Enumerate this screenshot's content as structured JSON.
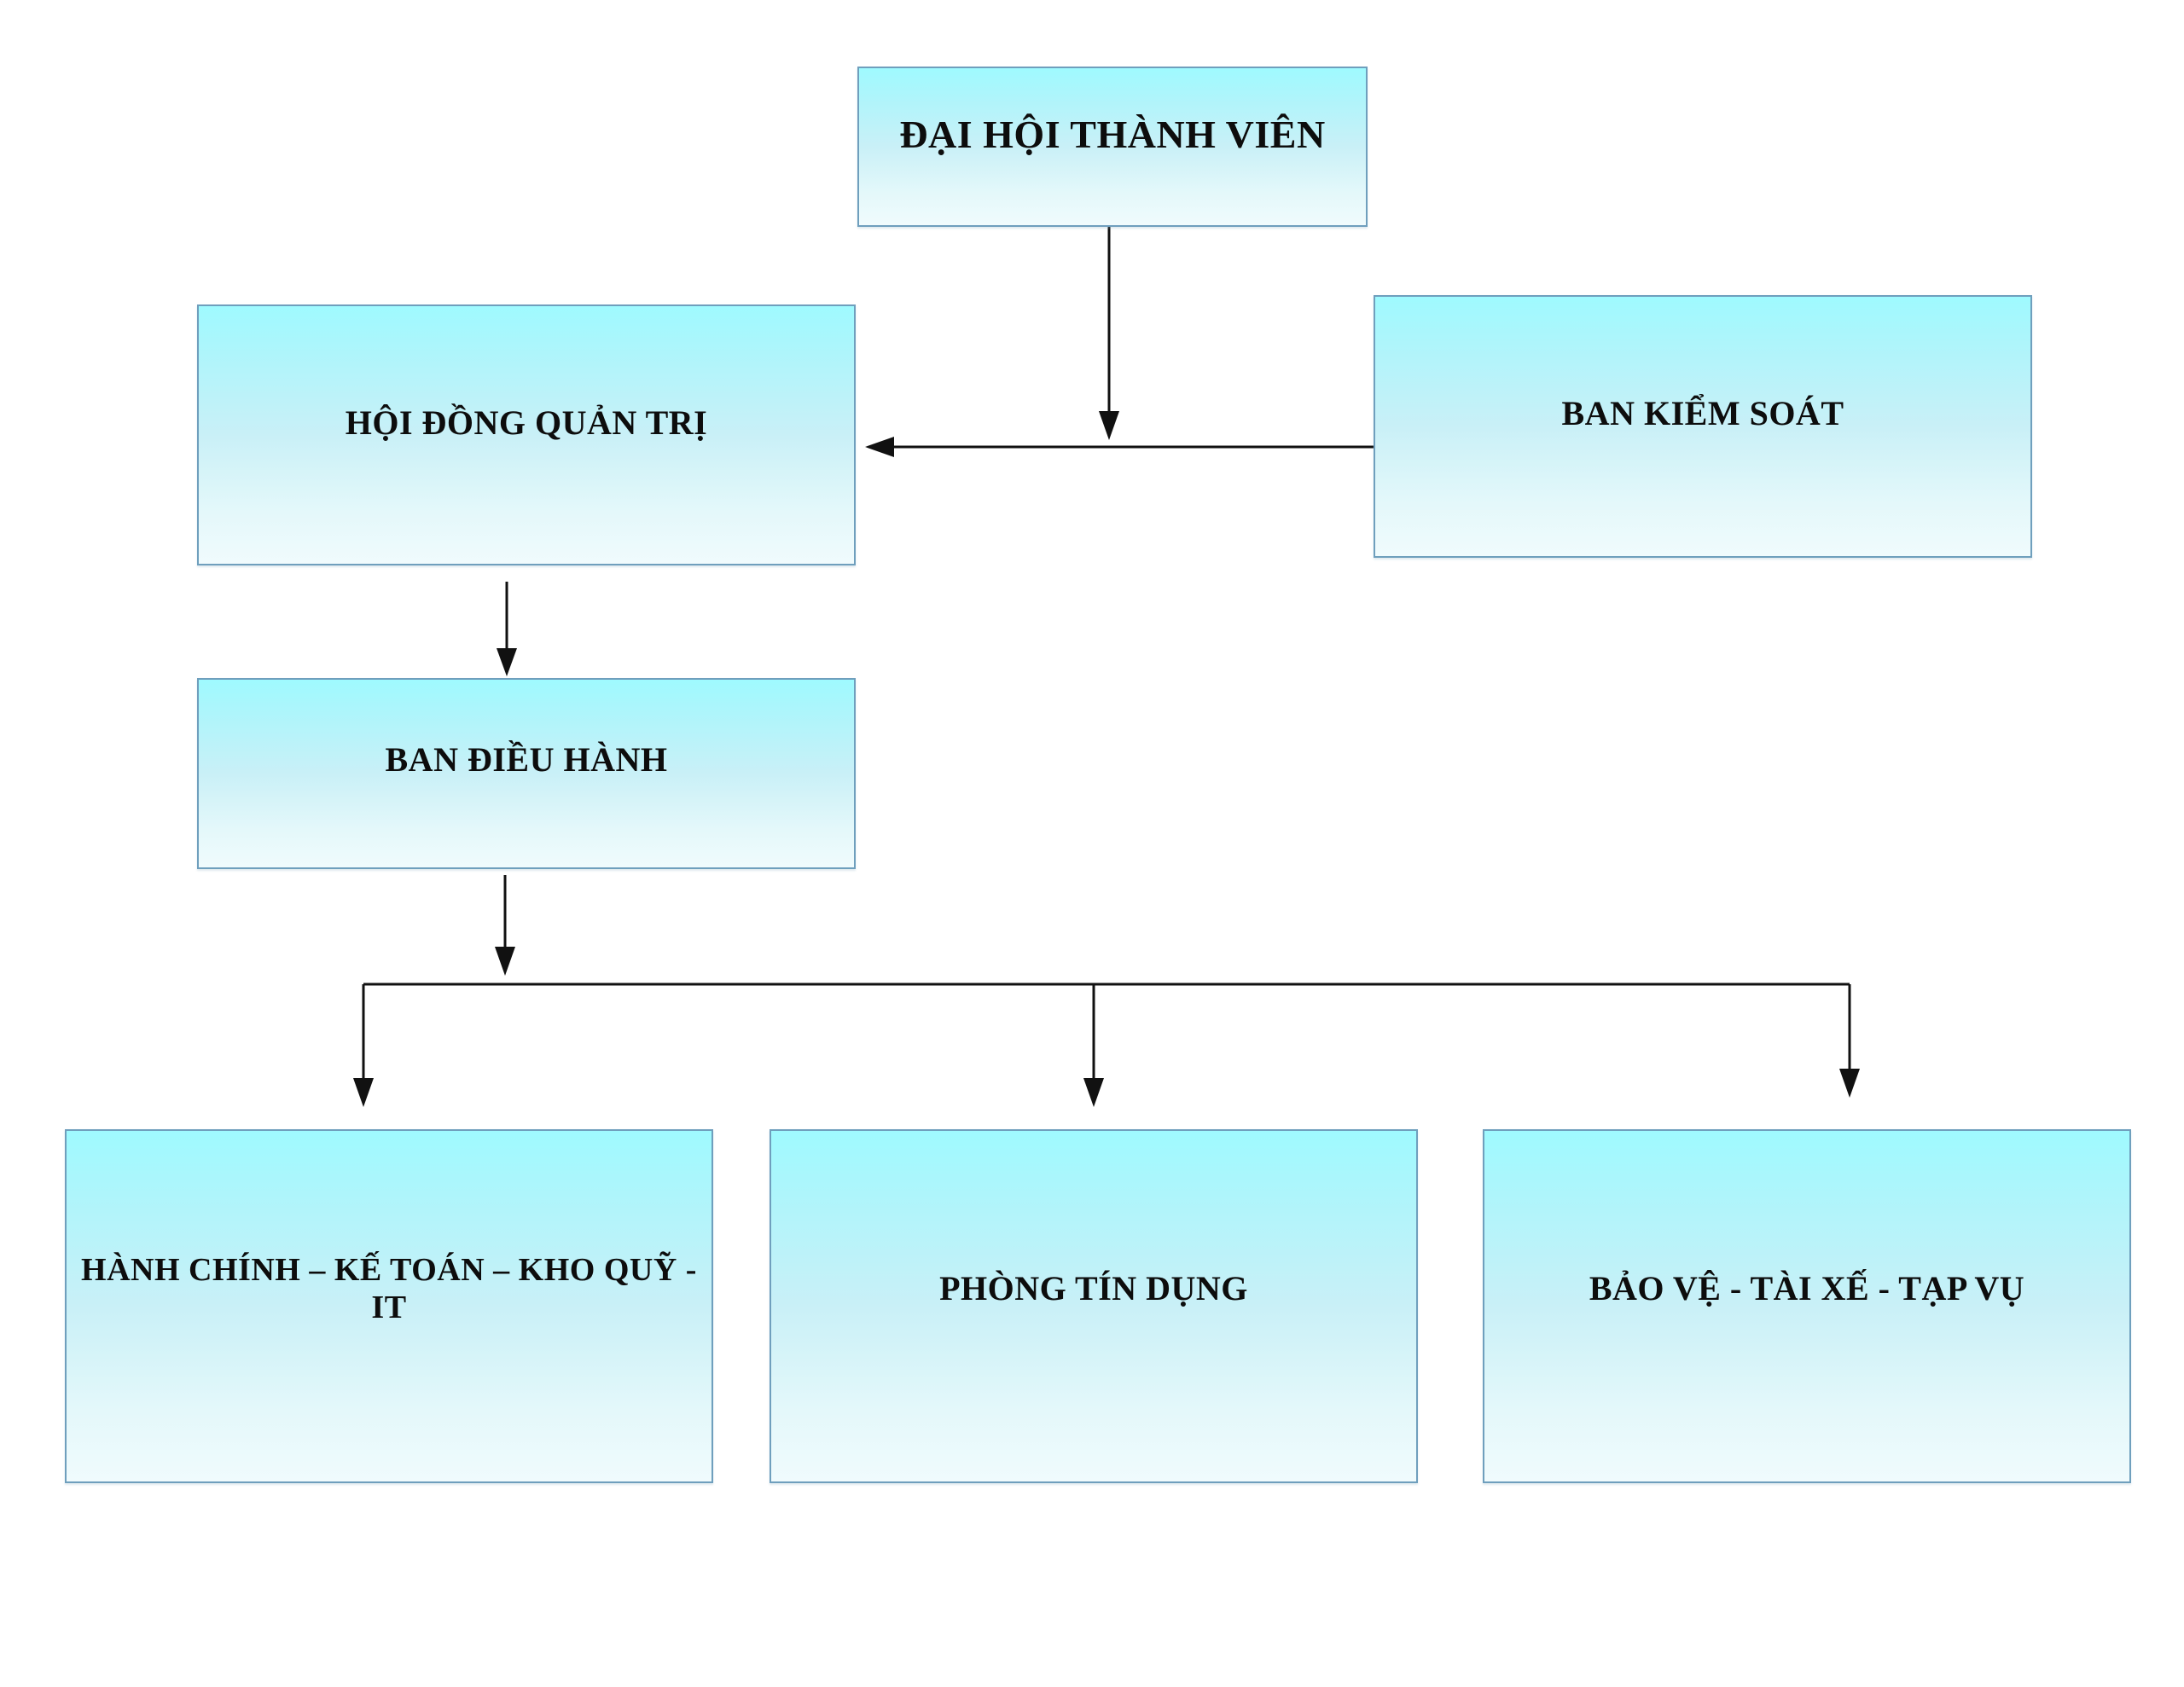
{
  "diagram": {
    "type": "org-chart",
    "nodes": {
      "dai_hoi": {
        "label": "ĐẠI HỘI THÀNH VIÊN"
      },
      "hoi_dong": {
        "label": "HỘI ĐỒNG QUẢN TRỊ"
      },
      "ban_kiem_soat": {
        "label": "BAN KIỂM SOÁT"
      },
      "ban_dieu_hanh": {
        "label": "BAN ĐIỀU HÀNH"
      },
      "hanh_chinh": {
        "label": "HÀNH CHÍNH – KẾ TOÁN – KHO QUỸ - IT"
      },
      "phong_tin_dung": {
        "label": "PHÒNG TÍN DỤNG"
      },
      "bao_ve": {
        "label": "BẢO VỆ - TÀI XẾ - TẠP VỤ"
      }
    },
    "edges": [
      {
        "from": "dai_hoi",
        "to": "hoi_dong",
        "arrow": "down"
      },
      {
        "from": "ban_kiem_soat",
        "to": "hoi_dong",
        "arrow": "left"
      },
      {
        "from": "hoi_dong",
        "to": "ban_dieu_hanh",
        "arrow": "down"
      },
      {
        "from": "ban_dieu_hanh",
        "to": "hanh_chinh",
        "arrow": "down"
      },
      {
        "from": "ban_dieu_hanh",
        "to": "phong_tin_dung",
        "arrow": "down"
      },
      {
        "from": "ban_dieu_hanh",
        "to": "bao_ve",
        "arrow": "down"
      }
    ],
    "colors": {
      "box_fill_top": "#9ffaff",
      "box_fill_bottom": "#f0fbfd",
      "box_border": "#6f9fbd",
      "connector": "#111111",
      "text": "#0d0d0d",
      "background": "#ffffff"
    }
  }
}
